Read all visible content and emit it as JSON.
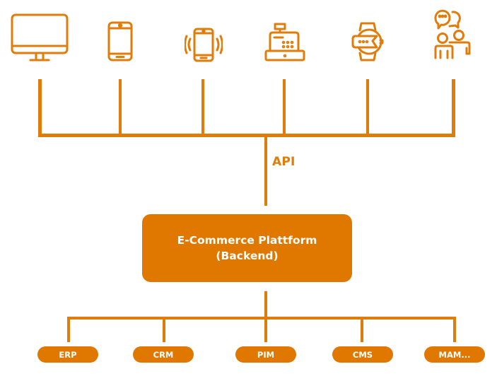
{
  "diagram": {
    "accent_color": "#E07800",
    "channels": [
      {
        "id": "desktop",
        "icon": "desktop-monitor-icon"
      },
      {
        "id": "smartphone",
        "icon": "smartphone-icon"
      },
      {
        "id": "vibrating-phone",
        "icon": "vibrating-phone-icon"
      },
      {
        "id": "cash-register",
        "icon": "cash-register-icon"
      },
      {
        "id": "smartwatch",
        "icon": "smartwatch-icon"
      },
      {
        "id": "people-chat",
        "icon": "people-chat-icon"
      }
    ],
    "connector_label": "API",
    "backend": {
      "line1": "E-Commerce Plattform",
      "line2": "(Backend)"
    },
    "systems": [
      {
        "label": "ERP"
      },
      {
        "label": "CRM"
      },
      {
        "label": "PIM"
      },
      {
        "label": "CMS"
      },
      {
        "label": "MAM..."
      }
    ]
  }
}
